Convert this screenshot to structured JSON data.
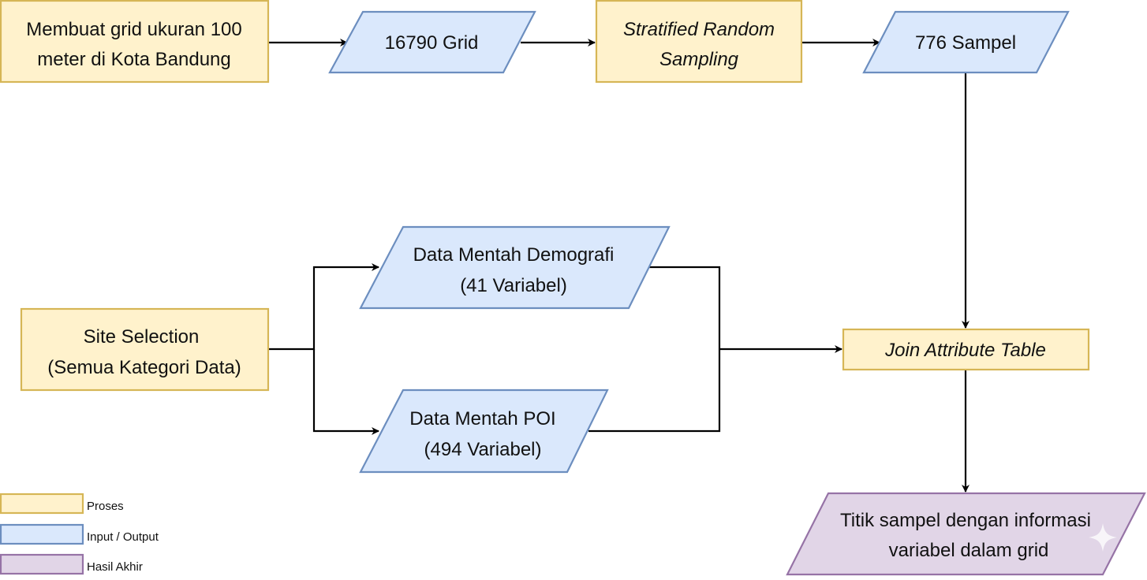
{
  "colors": {
    "process_fill": "#fff2cc",
    "process_stroke": "#d6b656",
    "io_fill": "#dae8fc",
    "io_stroke": "#6c8ebf",
    "final_fill": "#e1d5e7",
    "final_stroke": "#9673a6",
    "arrow": "#000000"
  },
  "nodes": {
    "grid_creation": {
      "line1": "Membuat grid ukuran 100",
      "line2": "meter di Kota Bandung"
    },
    "grid_count": {
      "label": "16790 Grid"
    },
    "stratified_sampling": {
      "line1": "Stratified Random",
      "line2": "Sampling"
    },
    "sample_count": {
      "label": "776 Sampel"
    },
    "site_selection": {
      "line1": "Site Selection",
      "line2": "(Semua Kategori Data)"
    },
    "demografi": {
      "line1": "Data Mentah Demografi",
      "line2": "(41 Variabel)"
    },
    "poi": {
      "line1": "Data Mentah POI",
      "line2": "(494 Variabel)"
    },
    "join_table": {
      "label": "Join Attribute Table"
    },
    "final_result": {
      "line1": "Titik sampel dengan informasi",
      "line2": "variabel dalam grid"
    }
  },
  "legend": {
    "process": "Proses",
    "io": "Input / Output",
    "final": "Hasil Akhir"
  }
}
